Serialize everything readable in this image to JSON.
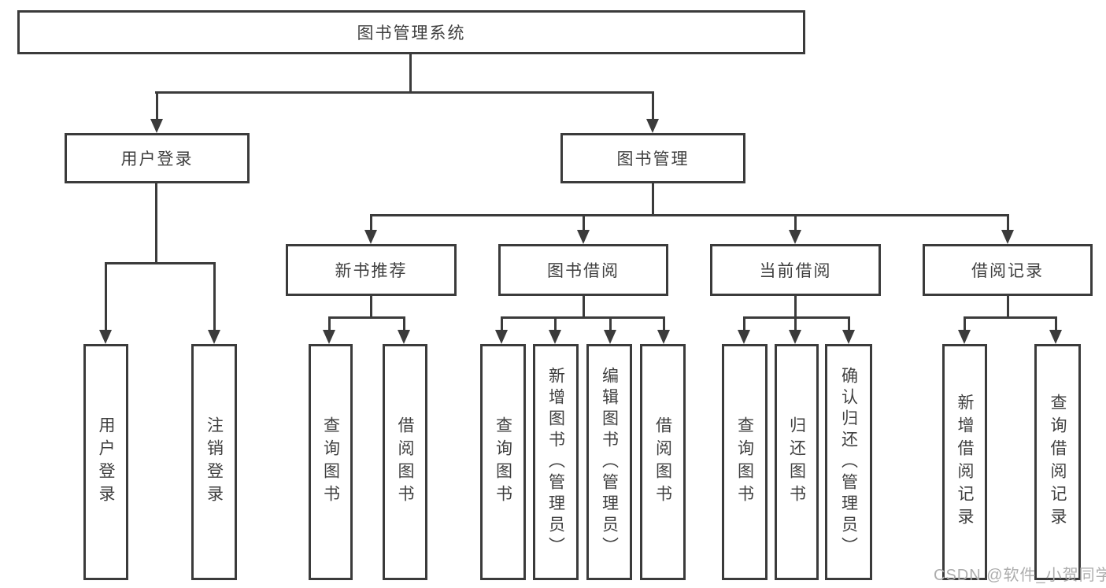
{
  "diagram": {
    "root": "图书管理系统",
    "level2": [
      "用户登录",
      "图书管理"
    ],
    "level3": [
      "新书推荐",
      "图书借阅",
      "当前借阅",
      "借阅记录"
    ],
    "leaves": [
      "用户登录",
      "注销登录",
      "查询图书",
      "借阅图书",
      "查询图书",
      "新增图书（管理员）",
      "编辑图书（管理员）",
      "借阅图书",
      "查询图书",
      "归还图书",
      "确认归还（管理员）",
      "新增借阅记录",
      "查询借阅记录"
    ]
  },
  "watermark": "CSDN @软件_小贺同学"
}
